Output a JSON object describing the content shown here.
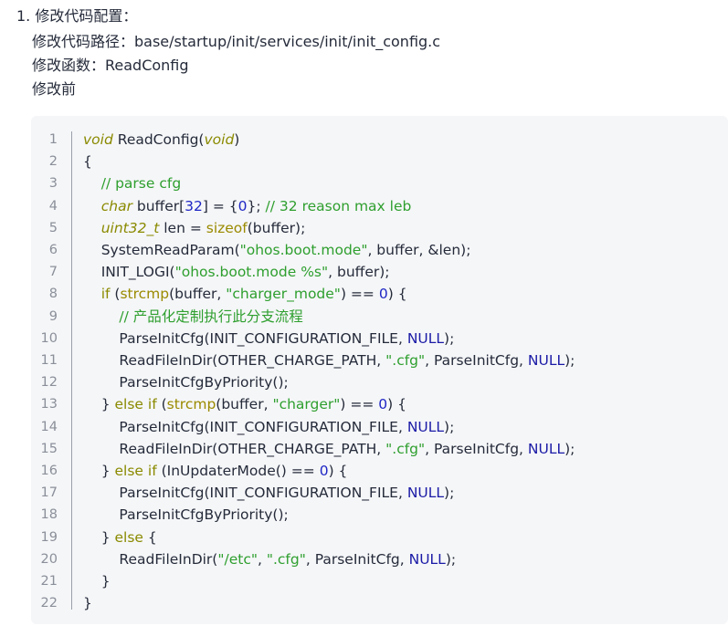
{
  "doc": {
    "item_number": "1.",
    "item_title": "修改代码配置：",
    "path_line": "修改代码路径：base/startup/init/services/init/init_config.c",
    "function_line": "修改函数：ReadConfig",
    "before_label": "修改前"
  },
  "code": {
    "line_numbers": [
      "1",
      "2",
      "3",
      "4",
      "5",
      "6",
      "7",
      "8",
      "9",
      "10",
      "11",
      "12",
      "13",
      "14",
      "15",
      "16",
      "17",
      "18",
      "19",
      "20",
      "21",
      "22"
    ],
    "lines": [
      [
        {
          "t": "ty",
          "v": "void"
        },
        {
          "t": "p",
          "v": " ReadConfig"
        },
        {
          "t": "p",
          "v": "("
        },
        {
          "t": "ty",
          "v": "void"
        },
        {
          "t": "p",
          "v": ")"
        }
      ],
      [
        {
          "t": "p",
          "v": "{"
        }
      ],
      [
        {
          "t": "p",
          "v": "    "
        },
        {
          "t": "cm",
          "v": "// parse cfg"
        }
      ],
      [
        {
          "t": "p",
          "v": "    "
        },
        {
          "t": "ty",
          "v": "char"
        },
        {
          "t": "p",
          "v": " buffer["
        },
        {
          "t": "nu",
          "v": "32"
        },
        {
          "t": "p",
          "v": "] = {"
        },
        {
          "t": "nu",
          "v": "0"
        },
        {
          "t": "p",
          "v": "}; "
        },
        {
          "t": "cm",
          "v": "// 32 reason max leb"
        }
      ],
      [
        {
          "t": "p",
          "v": "    "
        },
        {
          "t": "ty",
          "v": "uint32_t"
        },
        {
          "t": "p",
          "v": " len = "
        },
        {
          "t": "fn",
          "v": "sizeof"
        },
        {
          "t": "p",
          "v": "(buffer);"
        }
      ],
      [
        {
          "t": "p",
          "v": "    SystemReadParam("
        },
        {
          "t": "st",
          "v": "\"ohos.boot.mode\""
        },
        {
          "t": "p",
          "v": ", buffer, &len);"
        }
      ],
      [
        {
          "t": "p",
          "v": "    INIT_LOGI("
        },
        {
          "t": "st",
          "v": "\"ohos.boot.mode %s\""
        },
        {
          "t": "p",
          "v": ", buffer);"
        }
      ],
      [
        {
          "t": "p",
          "v": "    "
        },
        {
          "t": "kw",
          "v": "if"
        },
        {
          "t": "p",
          "v": " ("
        },
        {
          "t": "fn",
          "v": "strcmp"
        },
        {
          "t": "p",
          "v": "(buffer, "
        },
        {
          "t": "st",
          "v": "\"charger_mode\""
        },
        {
          "t": "p",
          "v": ") == "
        },
        {
          "t": "nu",
          "v": "0"
        },
        {
          "t": "p",
          "v": ") {"
        }
      ],
      [
        {
          "t": "p",
          "v": "        "
        },
        {
          "t": "cm",
          "v": "// 产品化定制执行此分支流程"
        }
      ],
      [
        {
          "t": "p",
          "v": "        ParseInitCfg(INIT_CONFIGURATION_FILE, "
        },
        {
          "t": "cn",
          "v": "NULL"
        },
        {
          "t": "p",
          "v": ");"
        }
      ],
      [
        {
          "t": "p",
          "v": "        ReadFileInDir(OTHER_CHARGE_PATH, "
        },
        {
          "t": "st",
          "v": "\".cfg\""
        },
        {
          "t": "p",
          "v": ", ParseInitCfg, "
        },
        {
          "t": "cn",
          "v": "NULL"
        },
        {
          "t": "p",
          "v": ");"
        }
      ],
      [
        {
          "t": "p",
          "v": "        ParseInitCfgByPriority();"
        }
      ],
      [
        {
          "t": "p",
          "v": "    } "
        },
        {
          "t": "kw",
          "v": "else if"
        },
        {
          "t": "p",
          "v": " ("
        },
        {
          "t": "fn",
          "v": "strcmp"
        },
        {
          "t": "p",
          "v": "(buffer, "
        },
        {
          "t": "st",
          "v": "\"charger\""
        },
        {
          "t": "p",
          "v": ") == "
        },
        {
          "t": "nu",
          "v": "0"
        },
        {
          "t": "p",
          "v": ") {"
        }
      ],
      [
        {
          "t": "p",
          "v": "        ParseInitCfg(INIT_CONFIGURATION_FILE, "
        },
        {
          "t": "cn",
          "v": "NULL"
        },
        {
          "t": "p",
          "v": ");"
        }
      ],
      [
        {
          "t": "p",
          "v": "        ReadFileInDir(OTHER_CHARGE_PATH, "
        },
        {
          "t": "st",
          "v": "\".cfg\""
        },
        {
          "t": "p",
          "v": ", ParseInitCfg, "
        },
        {
          "t": "cn",
          "v": "NULL"
        },
        {
          "t": "p",
          "v": ");"
        }
      ],
      [
        {
          "t": "p",
          "v": "    } "
        },
        {
          "t": "kw",
          "v": "else if"
        },
        {
          "t": "p",
          "v": " (InUpdaterMode() == "
        },
        {
          "t": "nu",
          "v": "0"
        },
        {
          "t": "p",
          "v": ") {"
        }
      ],
      [
        {
          "t": "p",
          "v": "        ParseInitCfg(INIT_CONFIGURATION_FILE, "
        },
        {
          "t": "cn",
          "v": "NULL"
        },
        {
          "t": "p",
          "v": ");"
        }
      ],
      [
        {
          "t": "p",
          "v": "        ParseInitCfgByPriority();"
        }
      ],
      [
        {
          "t": "p",
          "v": "    } "
        },
        {
          "t": "kw",
          "v": "else"
        },
        {
          "t": "p",
          "v": " {"
        }
      ],
      [
        {
          "t": "p",
          "v": "        ReadFileInDir("
        },
        {
          "t": "st",
          "v": "\"/etc\""
        },
        {
          "t": "p",
          "v": ", "
        },
        {
          "t": "st",
          "v": "\".cfg\""
        },
        {
          "t": "p",
          "v": ", ParseInitCfg, "
        },
        {
          "t": "cn",
          "v": "NULL"
        },
        {
          "t": "p",
          "v": ");"
        }
      ],
      [
        {
          "t": "p",
          "v": "    }"
        }
      ],
      [
        {
          "t": "p",
          "v": "}"
        }
      ]
    ]
  }
}
